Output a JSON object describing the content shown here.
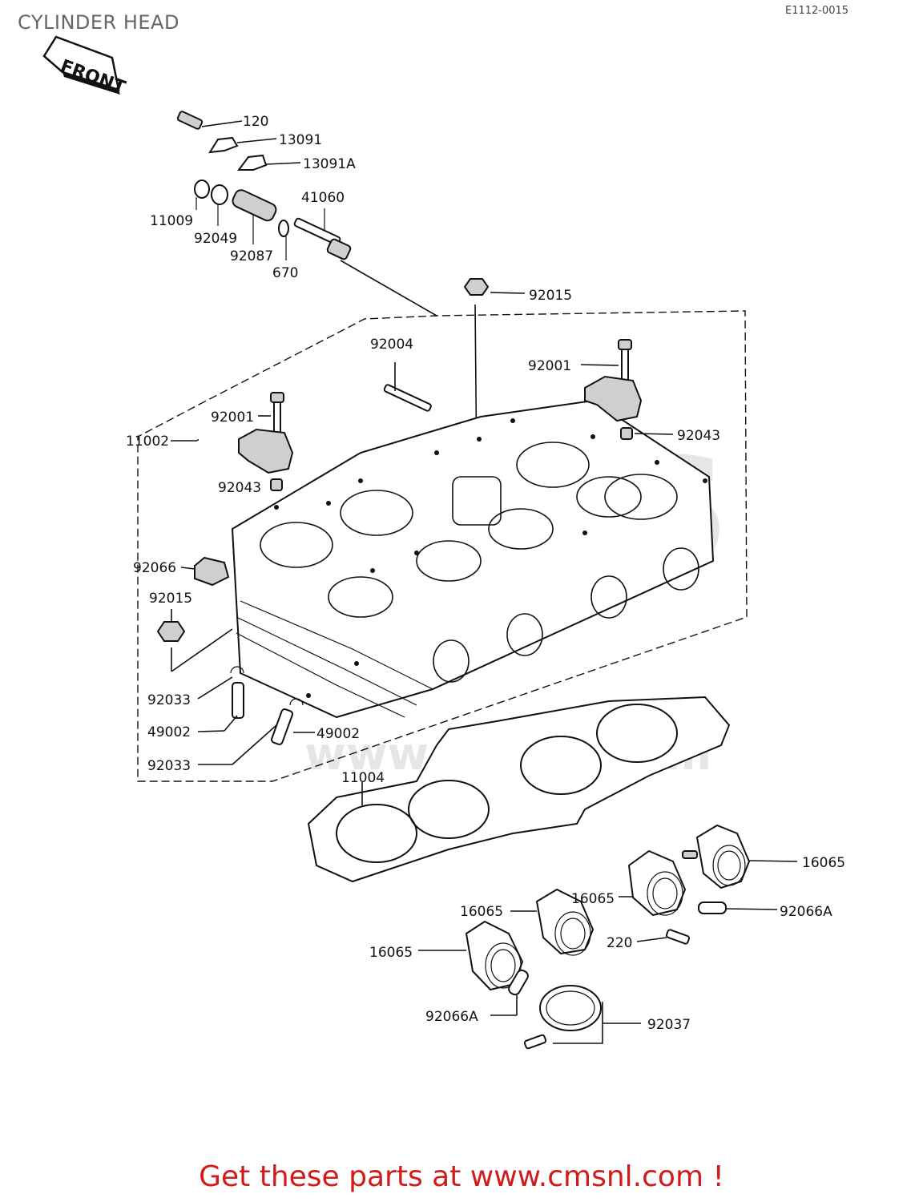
{
  "header": {
    "title": "CYLINDER HEAD",
    "diagram_code": "E1112-0015",
    "front_label": "FRONT"
  },
  "parts": {
    "p120": "120",
    "p13091": "13091",
    "p13091A": "13091A",
    "p41060": "41060",
    "p11009": "11009",
    "p92049": "92049",
    "p92087": "92087",
    "p670": "670",
    "p92015_top": "92015",
    "p92004": "92004",
    "p92001_right": "92001",
    "p92043_right": "92043",
    "p11002": "11002",
    "p92001_left": "92001",
    "p92043_left": "92043",
    "p92066": "92066",
    "p92015_left": "92015",
    "p92033_a": "92033",
    "p49002_a": "49002",
    "p49002_b": "49002",
    "p92033_b": "92033",
    "p11004": "11004",
    "p16065_a": "16065",
    "p16065_b": "16065",
    "p92066A_a": "92066A",
    "p16065_c": "16065",
    "p220": "220",
    "p16065_d": "16065",
    "p92066A_b": "92066A",
    "p92037": "92037"
  },
  "watermark": {
    "text": "CMS",
    "url": "www.cmsnl.com"
  },
  "footer": {
    "text": "Get these parts at www.cmsnl.com !"
  }
}
